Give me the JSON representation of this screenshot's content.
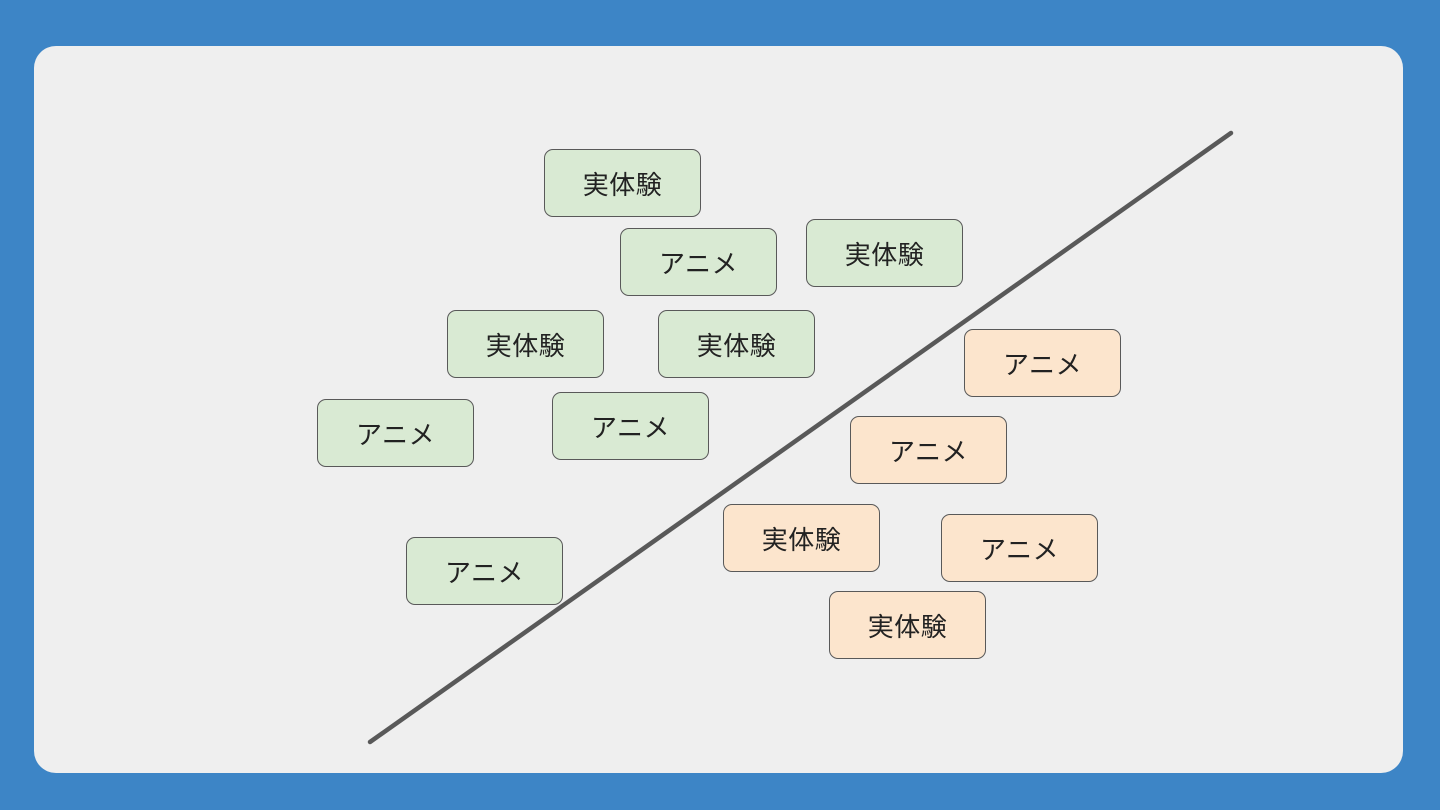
{
  "colors": {
    "frame": "#3d85c6",
    "canvas": "#efefef",
    "green_group": "#d9ead3",
    "orange_group": "#fce5cd",
    "divider_line": "#595959"
  },
  "cards": [
    {
      "label": "実体験",
      "group": "green"
    },
    {
      "label": "アニメ",
      "group": "green"
    },
    {
      "label": "実体験",
      "group": "green"
    },
    {
      "label": "実体験",
      "group": "green"
    },
    {
      "label": "実体験",
      "group": "green"
    },
    {
      "label": "アニメ",
      "group": "green"
    },
    {
      "label": "アニメ",
      "group": "green"
    },
    {
      "label": "アニメ",
      "group": "green"
    },
    {
      "label": "アニメ",
      "group": "orange"
    },
    {
      "label": "アニメ",
      "group": "orange"
    },
    {
      "label": "実体験",
      "group": "orange"
    },
    {
      "label": "アニメ",
      "group": "orange"
    },
    {
      "label": "実体験",
      "group": "orange"
    }
  ]
}
